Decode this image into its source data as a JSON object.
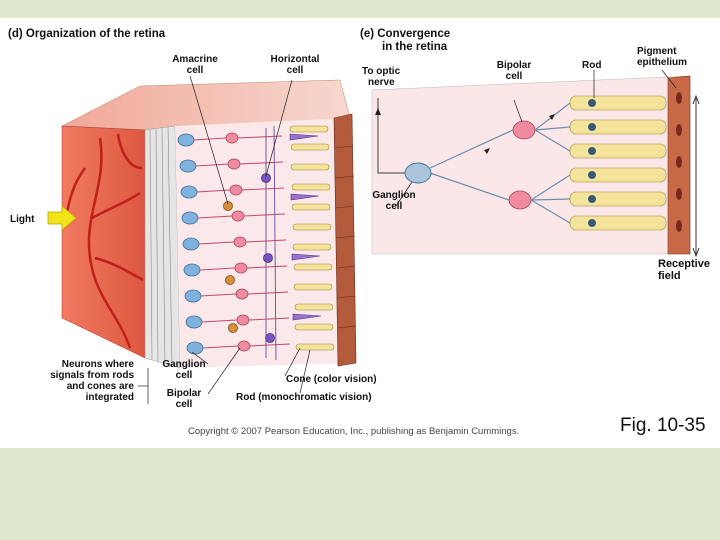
{
  "panel_d": {
    "title": "(d) Organization of the retina",
    "labels": {
      "amacrine": [
        "Amacrine",
        "cell"
      ],
      "horizontal": [
        "Horizontal",
        "cell"
      ],
      "light": "Light",
      "neurons": [
        "Neurons where",
        "signals from rods",
        "and cones are",
        "integrated"
      ],
      "ganglion": [
        "Ganglion",
        "cell"
      ],
      "bipolar": [
        "Bipolar",
        "cell"
      ],
      "cone": "Cone (color vision)",
      "rod": "Rod (monochromatic vision)"
    }
  },
  "panel_e": {
    "title": [
      "(e) Convergence",
      "in the retina"
    ],
    "labels": {
      "optic": [
        "To optic",
        "nerve"
      ],
      "bipolar": [
        "Bipolar",
        "cell"
      ],
      "rod": "Rod",
      "pigment": [
        "Pigment",
        "epithelium"
      ],
      "ganglion": [
        "Ganglion",
        "cell"
      ],
      "receptive": [
        "Receptive",
        "field"
      ]
    }
  },
  "copyright": "Copyright © 2007 Pearson Education, Inc., publishing as Benjamin Cummings.",
  "figure_number": "Fig. 10-35",
  "colors": {
    "background": "#dfe8cd",
    "retina_red": "#e4614a",
    "vessel": "#c7261c",
    "arrow": "#f2e21a",
    "rod_yellow": "#f4e39a",
    "epithelium": "#b45b3c"
  }
}
